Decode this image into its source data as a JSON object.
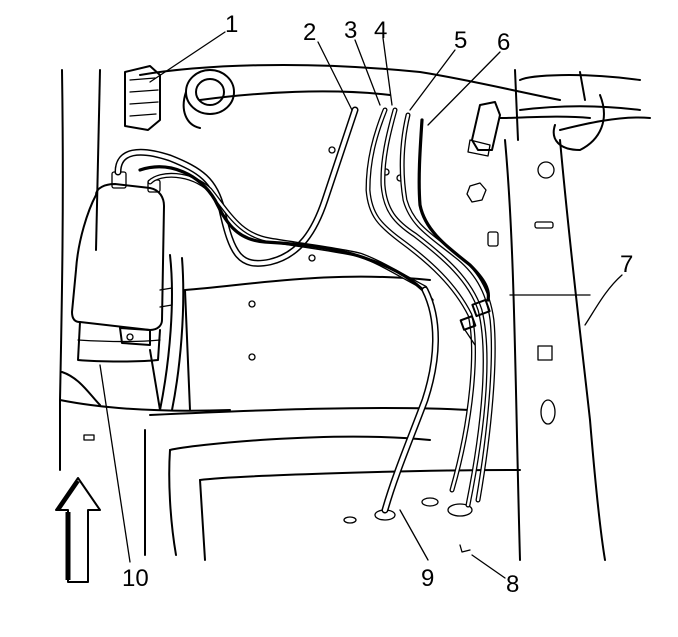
{
  "callouts": {
    "c1": "1",
    "c2": "2",
    "c3": "3",
    "c4": "4",
    "c5": "5",
    "c6": "6",
    "c7": "7",
    "c8": "8",
    "c9": "9",
    "c10": "10"
  },
  "colors": {
    "line": "#000000",
    "background": "#ffffff"
  },
  "icons": {
    "direction_arrow": "arrow-up-icon"
  }
}
